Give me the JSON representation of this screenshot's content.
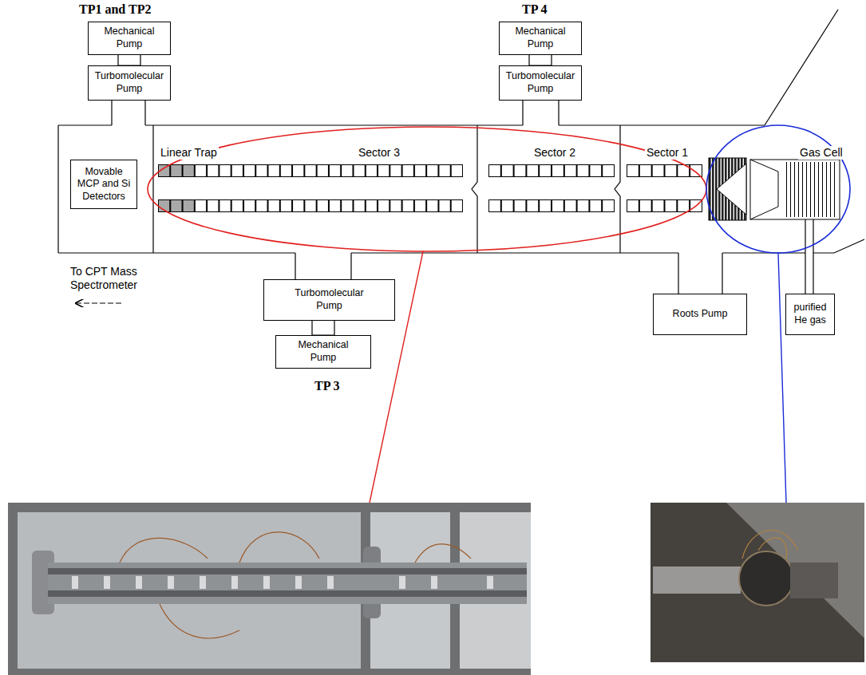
{
  "diagram": {
    "nodes": [
      {
        "text": [
          "Mechanical Pump"
        ]
      },
      {
        "text": [
          "Turbomolecular Pump"
        ]
      },
      {
        "text": [
          "Mechanical Pump"
        ]
      },
      {
        "text": [
          "Turbomolecular Pump"
        ]
      },
      {
        "text": [
          "Movable MCP and Si Detectors"
        ]
      },
      {
        "text": [
          "Turbomolecular Pump"
        ]
      },
      {
        "text": [
          "Mechanical Pump"
        ]
      },
      {
        "text": [
          "Roots Pump"
        ]
      },
      {
        "text": [
          "purified He gas"
        ]
      }
    ],
    "edges": [
      {
        "from": 0,
        "to": 1,
        "arrow": "none"
      },
      {
        "from": 2,
        "to": 3,
        "arrow": "none"
      },
      {
        "from": 5,
        "to": 6,
        "arrow": "none"
      }
    ],
    "labels": [
      "TP1 and TP2",
      "TP 4",
      "Linear Trap",
      "Sector 3",
      "Sector 2",
      "Sector 1",
      "Gas Cell",
      "To CPT Mass Spectrometer",
      "TP 3"
    ]
  }
}
